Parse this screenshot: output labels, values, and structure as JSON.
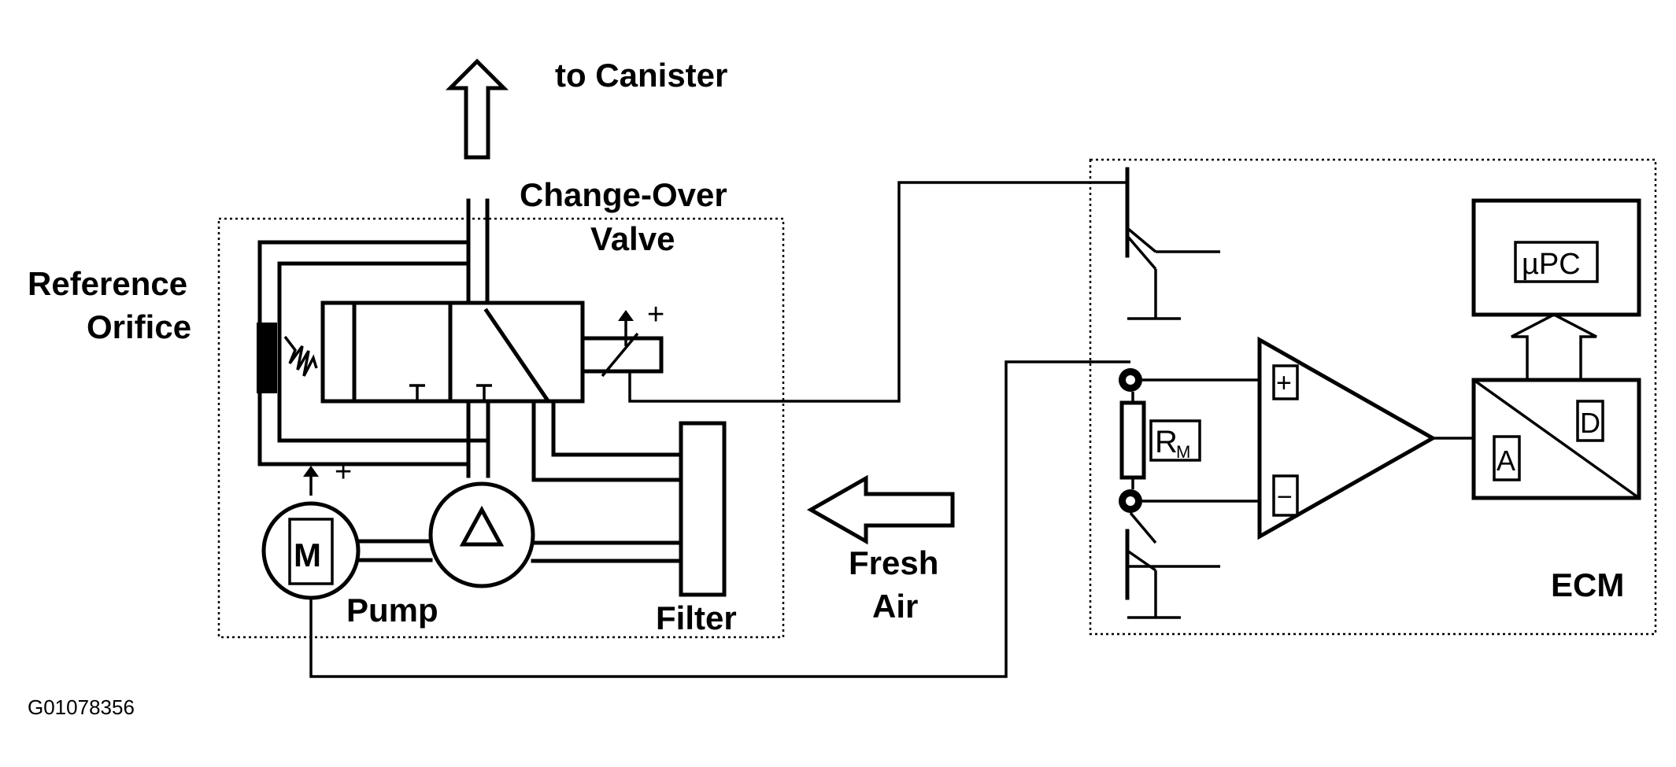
{
  "labels": {
    "to_canister": "to Canister",
    "change_over": "Change-Over",
    "valve": "Valve",
    "reference": "Reference",
    "orifice": "Orifice",
    "pump": "Pump",
    "filter": "Filter",
    "fresh": "Fresh",
    "air": "Air",
    "ecm": "ECM",
    "upc": "µPC",
    "rm_main": "R",
    "rm_sub": "M",
    "motor": "M",
    "adc_a": "A",
    "adc_d": "D",
    "op_plus": "+",
    "op_minus": "−",
    "plus_valve": "+",
    "plus_motor": "+"
  },
  "caption": "G01078356"
}
